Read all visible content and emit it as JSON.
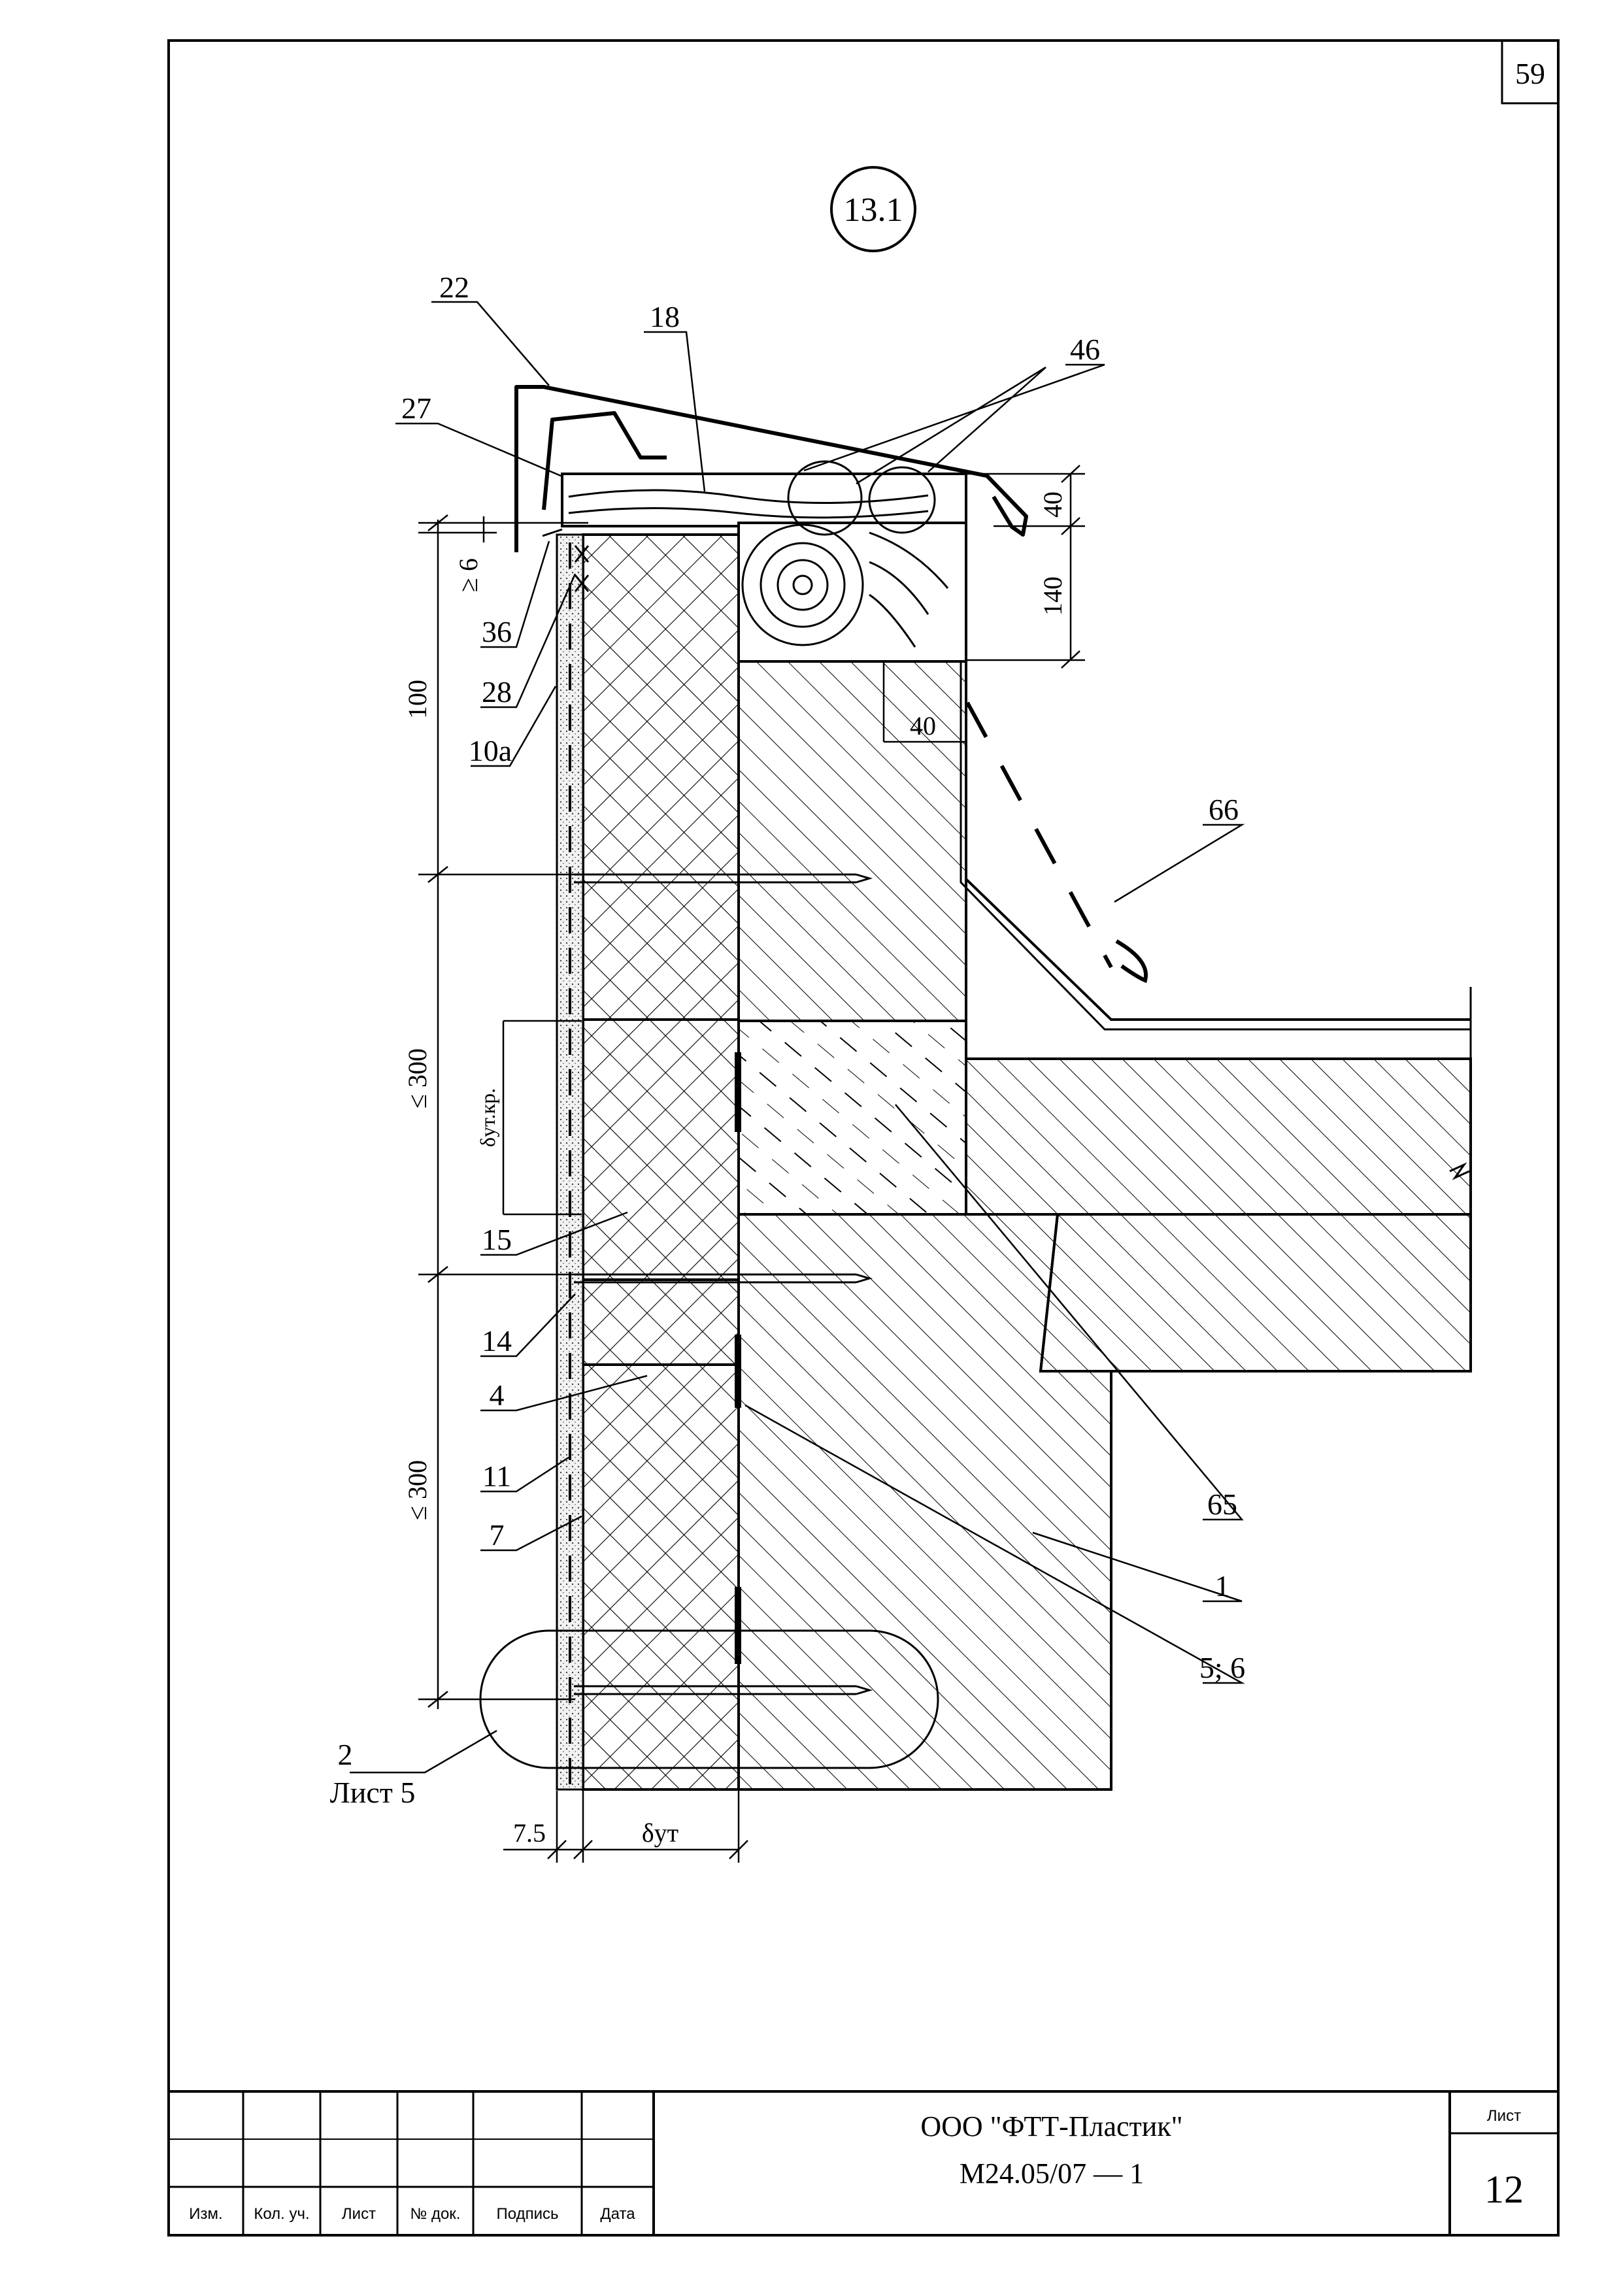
{
  "page_number": "59",
  "detail_id": "13.1",
  "callouts": [
    {
      "id": "c22",
      "text": "22"
    },
    {
      "id": "c18",
      "text": "18"
    },
    {
      "id": "c46",
      "text": "46"
    },
    {
      "id": "c27",
      "text": "27"
    },
    {
      "id": "c36",
      "text": "36"
    },
    {
      "id": "c28",
      "text": "28"
    },
    {
      "id": "c10a",
      "text": "10а"
    },
    {
      "id": "c66",
      "text": "66"
    },
    {
      "id": "c15",
      "text": "15"
    },
    {
      "id": "c14",
      "text": "14"
    },
    {
      "id": "c4",
      "text": "4"
    },
    {
      "id": "c11",
      "text": "11"
    },
    {
      "id": "c7",
      "text": "7"
    },
    {
      "id": "c65",
      "text": "65"
    },
    {
      "id": "c1",
      "text": "1"
    },
    {
      "id": "c56",
      "text": "5; 6"
    },
    {
      "id": "c2",
      "text": "2"
    },
    {
      "id": "c2sheet",
      "text": "Лист 5"
    }
  ],
  "dimensions": {
    "d40_top": "40",
    "d140": "140",
    "d40_bottom": "40",
    "d_ge6": "≥ 6",
    "d100": "100",
    "d300_upper": "≤ 300",
    "d300_lower": "≤ 300",
    "d_ins_edge": "δут.кр.",
    "d7_5": "7.5",
    "d_ins": "δут"
  },
  "title_block": {
    "columns": [
      "Изм.",
      "Кол. уч.",
      "Лист",
      "№ док.",
      "Подпись",
      "Дата"
    ],
    "organization": "ООО \"ФТТ-Пластик\"",
    "document_code": "М24.05/07 — 1",
    "sheet_label": "Лист",
    "sheet_number": "12"
  },
  "colors": {
    "ink": "#000000",
    "paper": "#ffffff",
    "render_fill": "#ececec"
  }
}
